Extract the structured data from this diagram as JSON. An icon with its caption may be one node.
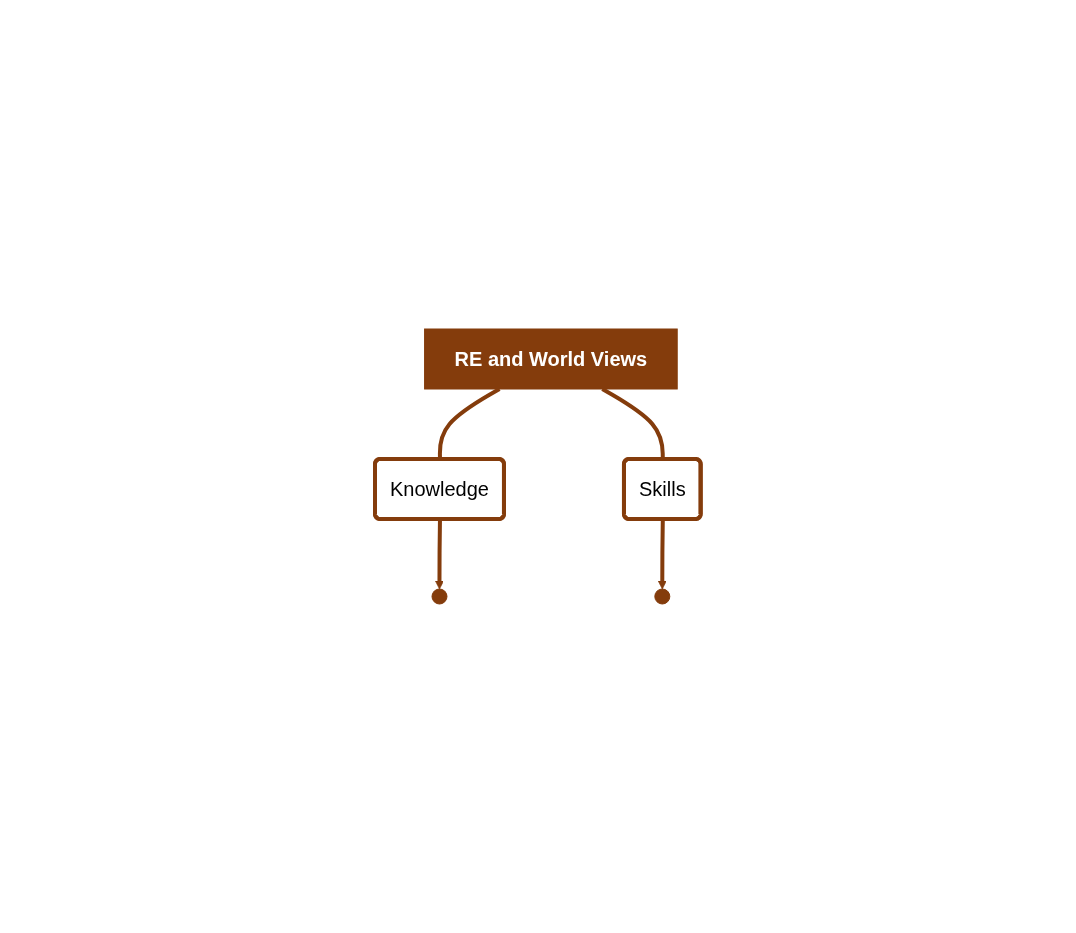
{
  "diagram": {
    "nodes": [
      {
        "text": [
          "RE and World Views"
        ]
      },
      {
        "text": [
          "Knowledge"
        ]
      },
      {
        "text": [
          "Skills"
        ]
      },
      {
        "text": [],
        "shape": "circle"
      },
      {
        "text": [],
        "shape": "circle"
      }
    ],
    "edges": [
      {
        "from": 0,
        "to": 1,
        "arrow": "none"
      },
      {
        "from": 0,
        "to": 2,
        "arrow": "none"
      },
      {
        "from": 1,
        "to": 3,
        "arrow": "to"
      },
      {
        "from": 2,
        "to": 4,
        "arrow": "to"
      }
    ]
  }
}
